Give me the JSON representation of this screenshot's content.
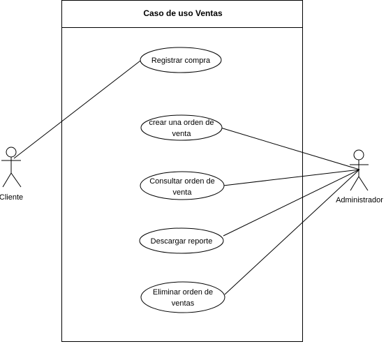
{
  "diagram": {
    "system_title": "Caso de uso  Ventas",
    "actors": {
      "cliente": {
        "label": "Cliente"
      },
      "administrador": {
        "label": "Administrador"
      }
    },
    "use_cases": {
      "registrar_compra": {
        "lines": [
          "Registrar compra"
        ]
      },
      "crear_orden": {
        "lines": [
          "crear una  orden de",
          "venta"
        ]
      },
      "consultar_orden": {
        "lines": [
          "Consultar orden de",
          "venta"
        ]
      },
      "descargar_reporte": {
        "lines": [
          "Descargar reporte"
        ]
      },
      "eliminar_orden": {
        "lines": [
          "Eliminar orden de",
          "ventas"
        ]
      }
    }
  }
}
